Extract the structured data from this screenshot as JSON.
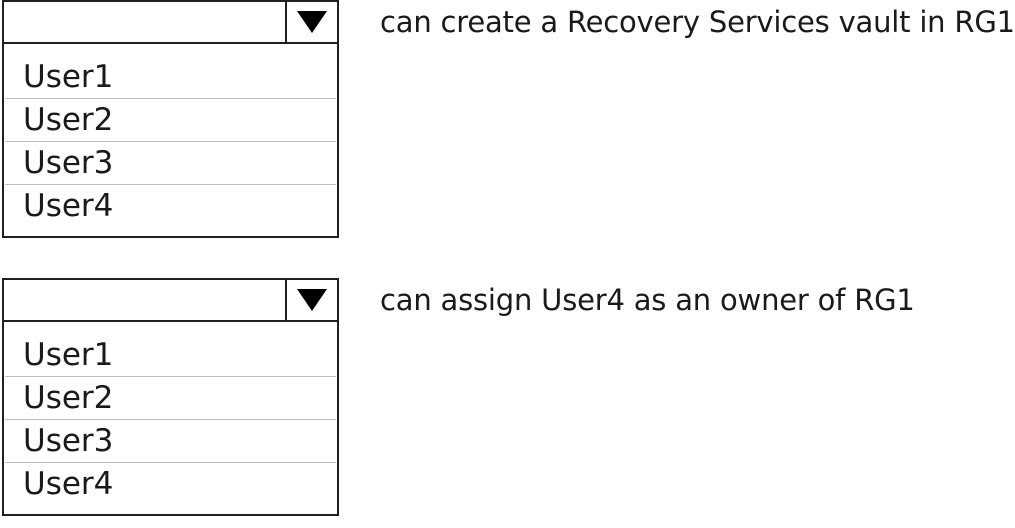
{
  "questions": [
    {
      "dropdown": {
        "selected_value": "",
        "arrow_icon": "triangle-down-icon",
        "options": [
          "User1",
          "User2",
          "User3",
          "User4"
        ]
      },
      "statement": "can create a Recovery Services vault in RG1"
    },
    {
      "dropdown": {
        "selected_value": "",
        "arrow_icon": "triangle-down-icon",
        "options": [
          "User1",
          "User2",
          "User3",
          "User4"
        ]
      },
      "statement": "can assign User4 as an owner of RG1"
    }
  ]
}
